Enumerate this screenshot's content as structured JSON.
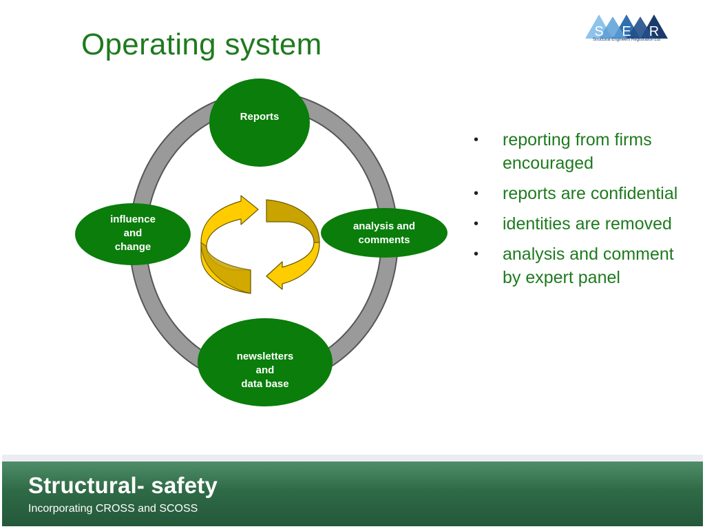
{
  "title": "Operating system",
  "logo": {
    "letters": [
      "S",
      "E",
      "R"
    ],
    "caption": "Structural Engineers Registration Ltd"
  },
  "diagram": {
    "nodes": [
      {
        "id": "reports",
        "label": "Reports"
      },
      {
        "id": "analysis",
        "label": "analysis and\ncomments"
      },
      {
        "id": "newsletters",
        "label": "newsletters\nand\ndata base"
      },
      {
        "id": "influence",
        "label": "influence\nand\nchange"
      }
    ],
    "colors": {
      "node": "#0a7d0a",
      "ring": "#9a9a9a",
      "arrow_fill": "#ffcc00",
      "arrow_dark": "#c9a400"
    }
  },
  "bullets": [
    "reporting from firms encouraged",
    "reports are confidential",
    "identities are removed",
    "analysis and comment by expert panel"
  ],
  "footer": {
    "title": "Structural- safety",
    "subtitle": "Incorporating CROSS and SCOSS"
  }
}
